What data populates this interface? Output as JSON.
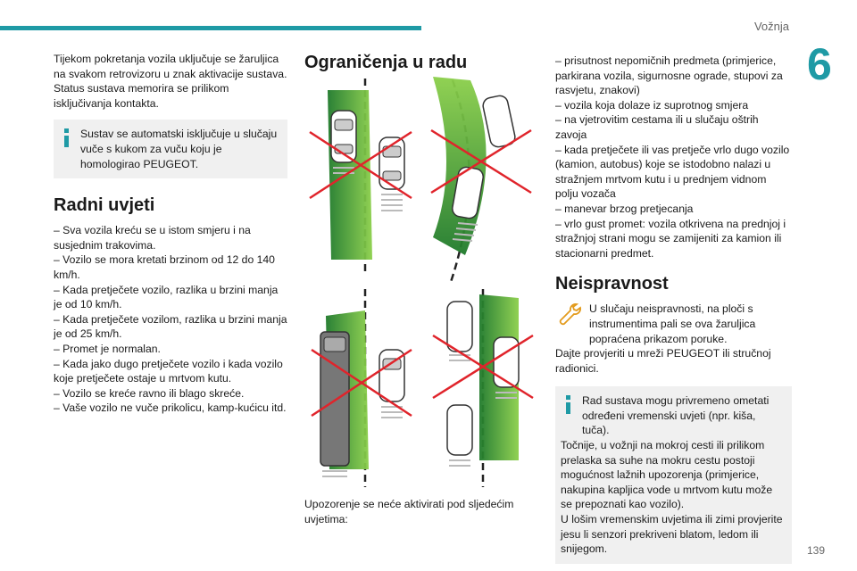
{
  "header": {
    "section": "Vožnja",
    "chapter": "6",
    "page": "139"
  },
  "col1": {
    "intro": "Tijekom pokretanja vozila uključuje se žaruljica na svakom retrovizoru u znak aktivacije sustava. Status sustava memorira se prilikom isključivanja kontakta.",
    "note1": "Sustav se automatski isključuje u slučaju vuče s kukom za vuču koju je homologirao PEUGEOT.",
    "heading": "Radni uvjeti",
    "items": [
      "–  Sva vozila kreću se u istom smjeru i na susjednim trakovima.",
      "–  Vozilo se mora kretati brzinom od 12 do 140 km/h.",
      "–  Kada pretječete vozilo, razlika u brzini manja je od 10 km/h.",
      "–  Kada pretječete vozilom, razlika u brzini manja je od 25 km/h.",
      "–  Promet je normalan.",
      "–  Kada jako dugo pretječete vozilo i kada vozilo koje pretječete ostaje u mrtvom kutu.",
      "–  Vozilo se kreće ravno ili blago skreće.",
      "–  Vaše vozilo ne vuče prikolicu, kamp-kućicu itd."
    ]
  },
  "col2": {
    "heading": "Ograničenja u radu",
    "caption": "Upozorenje se neće aktivirati pod sljedećim uvjetima:"
  },
  "col3": {
    "items": [
      "–  prisutnost nepomičnih predmeta (primjerice, parkirana vozila, sigurnosne ograde, stupovi za rasvjetu, znakovi)",
      "–  vozila koja dolaze iz suprotnog smjera",
      "–  na vjetrovitim cestama ili u slučaju oštrih zavoja",
      "–  kada pretječete ili vas pretječe vrlo dugo vozilo (kamion, autobus) koje se istodobno nalazi u stražnjem mrtvom kutu i u prednjem vidnom polju vozača",
      "–  manevar brzog pretjecanja",
      "–  vrlo gust promet: vozila otkrivena na prednjoj i stražnjoj strani mogu se zamijeniti za kamion ili stacionarni predmet."
    ],
    "heading": "Neispravnost",
    "fault1": "U slučaju neispravnosti, na ploči s instrumentima pali se ova žaruljica popraćena prikazom poruke.",
    "fault2": "Dajte provjeriti u mreži PEUGEOT ili stručnoj radionici.",
    "note2a": "Rad sustava mogu privremeno ometati određeni vremenski uvjeti (npr. kiša, tuča).",
    "note2b": "Točnije, u vožnji na mokroj cesti ili prilikom prelaska sa suhe na mokru cestu postoji mogućnost lažnih upozorenja (primjerice, nakupina kapljica vode u mrtvom kutu može se prepoznati kao vozilo).",
    "note2c": "U lošim vremenskim uvjetima ili zimi provjerite jesu li senzori prekriveni blatom, ledom ili snijegom."
  },
  "colors": {
    "accent": "#1f9aa5",
    "zone_green": "#4aa83a",
    "cross_red": "#e0242b"
  }
}
